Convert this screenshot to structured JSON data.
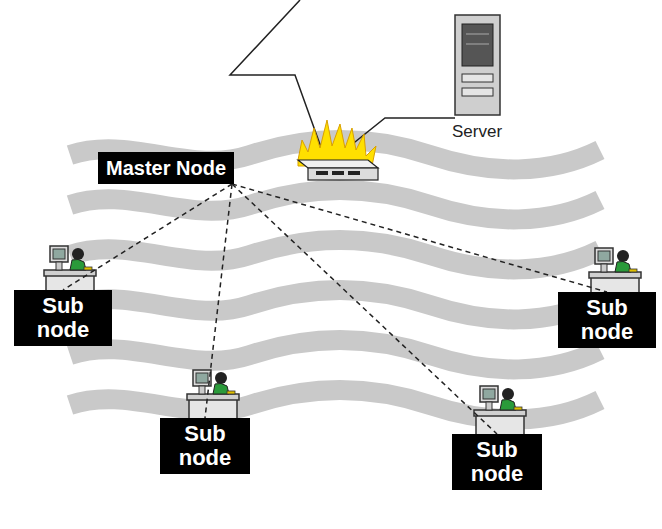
{
  "diagram": {
    "nodes": [
      {
        "text": [
          "Master Node"
        ]
      },
      {
        "text": [
          "Sub node"
        ]
      },
      {
        "text": [
          "Sub node"
        ]
      },
      {
        "text": [
          "Sub node"
        ]
      },
      {
        "text": [
          "Sub node"
        ]
      }
    ],
    "edges": [
      {
        "from": 0,
        "to": 1,
        "arrow": "none"
      },
      {
        "from": 0,
        "to": 2,
        "arrow": "none"
      },
      {
        "from": 0,
        "to": 3,
        "arrow": "none"
      },
      {
        "from": 0,
        "to": 4,
        "arrow": "none"
      }
    ],
    "labels": [
      "Server"
    ]
  }
}
